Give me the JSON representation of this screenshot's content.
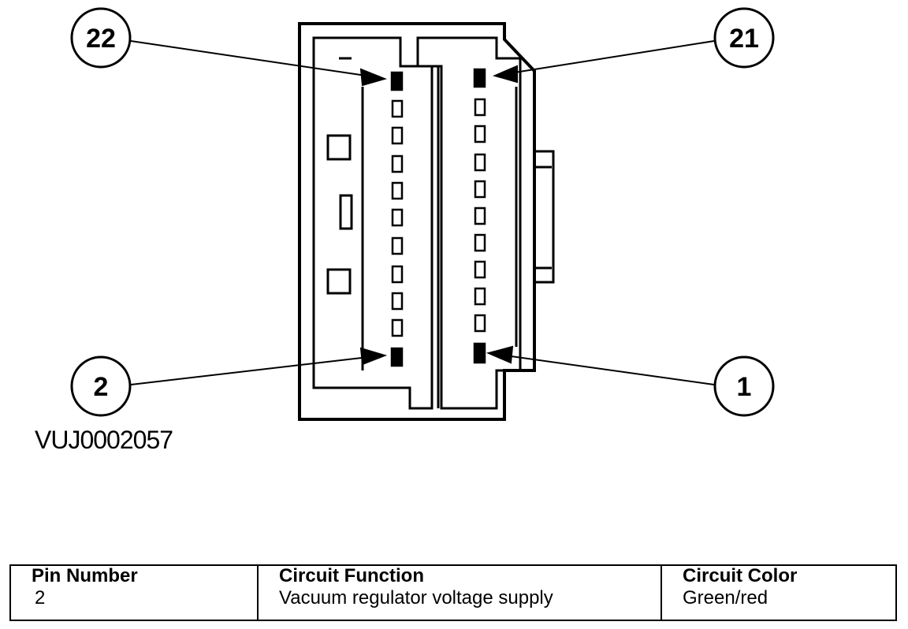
{
  "diagram": {
    "callouts": [
      "22",
      "21",
      "2",
      "1"
    ],
    "figure_id": "VUJ0002057",
    "colors": {
      "line": "#000000",
      "background": "#ffffff"
    }
  },
  "table": {
    "headers": [
      "Pin Number",
      "Circuit Function",
      "Circuit Color"
    ],
    "rows": [
      [
        "2",
        "Vacuum regulator voltage supply",
        "Green/red"
      ]
    ]
  }
}
